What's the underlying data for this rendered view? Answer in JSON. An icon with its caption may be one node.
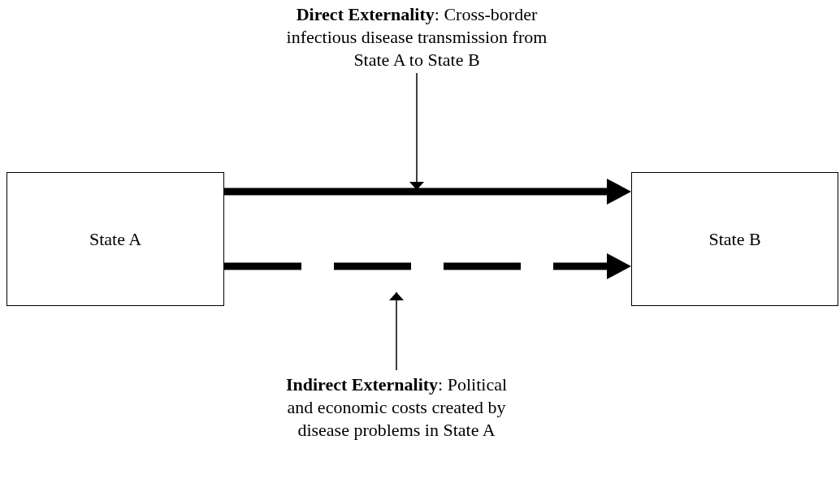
{
  "diagram": {
    "nodes": [
      {
        "text": [
          "State A"
        ]
      },
      {
        "text": [
          "State B"
        ]
      },
      {
        "text": [
          "**Direct Externality**: Cross-border infectious disease transmission from State A to State B"
        ]
      },
      {
        "text": [
          "**Indirect Externality**: Political and economic costs created by disease problems in State A"
        ]
      }
    ],
    "edges": [
      {
        "from": 0,
        "to": 1,
        "arrow": "to",
        "style": "thick"
      },
      {
        "from": 0,
        "to": 1,
        "arrow": "to",
        "style": "dashed"
      },
      {
        "from": 2,
        "to": null,
        "arrow": "to"
      },
      {
        "from": 3,
        "to": null,
        "arrow": "to"
      }
    ]
  }
}
